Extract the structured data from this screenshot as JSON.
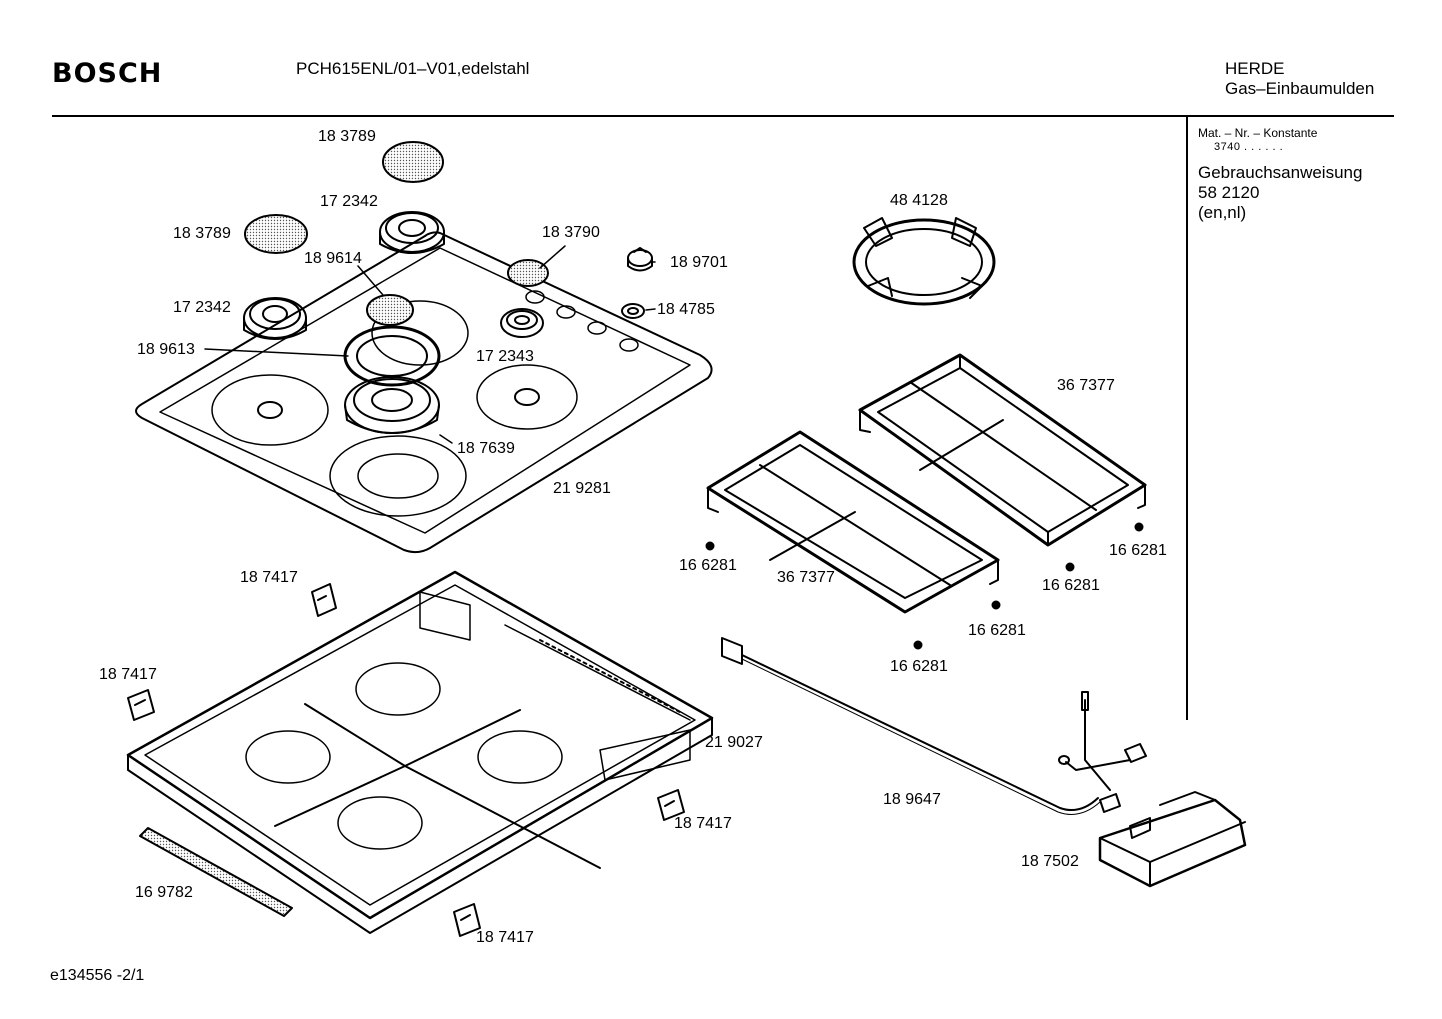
{
  "header": {
    "brand": "BOSCH",
    "model": "PCH615ENL/01–V01,edelstahl",
    "category": "HERDE",
    "subcategory": "Gas–Einbaumulden"
  },
  "side_panel": {
    "mat_label": "Mat. – Nr. – Konstante",
    "mat_code": "3740  .  .  .  .  .  .",
    "manual_title": "Gebrauchsanweisung",
    "manual_number": "58 2120",
    "manual_langs": "(en,nl)"
  },
  "parts": [
    {
      "label": "18 3789"
    },
    {
      "label": "17 2342"
    },
    {
      "label": "18 3789"
    },
    {
      "label": "18 3790"
    },
    {
      "label": "18 9701"
    },
    {
      "label": "18 9614"
    },
    {
      "label": "17 2342"
    },
    {
      "label": "18 4785"
    },
    {
      "label": "18 9613"
    },
    {
      "label": "17 2343"
    },
    {
      "label": "18 7639"
    },
    {
      "label": "21 9281"
    },
    {
      "label": "48 4128"
    },
    {
      "label": "36 7377"
    },
    {
      "label": "16 6281"
    },
    {
      "label": "36 7377"
    },
    {
      "label": "16 6281"
    },
    {
      "label": "16 6281"
    },
    {
      "label": "16 6281"
    },
    {
      "label": "16 6281"
    },
    {
      "label": "18 7417"
    },
    {
      "label": "18 7417"
    },
    {
      "label": "21 9027"
    },
    {
      "label": "18 7417"
    },
    {
      "label": "18 9647"
    },
    {
      "label": "18 7502"
    },
    {
      "label": "16 9782"
    },
    {
      "label": "18 7417"
    }
  ],
  "footer": {
    "drawing_id": "e134556  -2/1"
  }
}
